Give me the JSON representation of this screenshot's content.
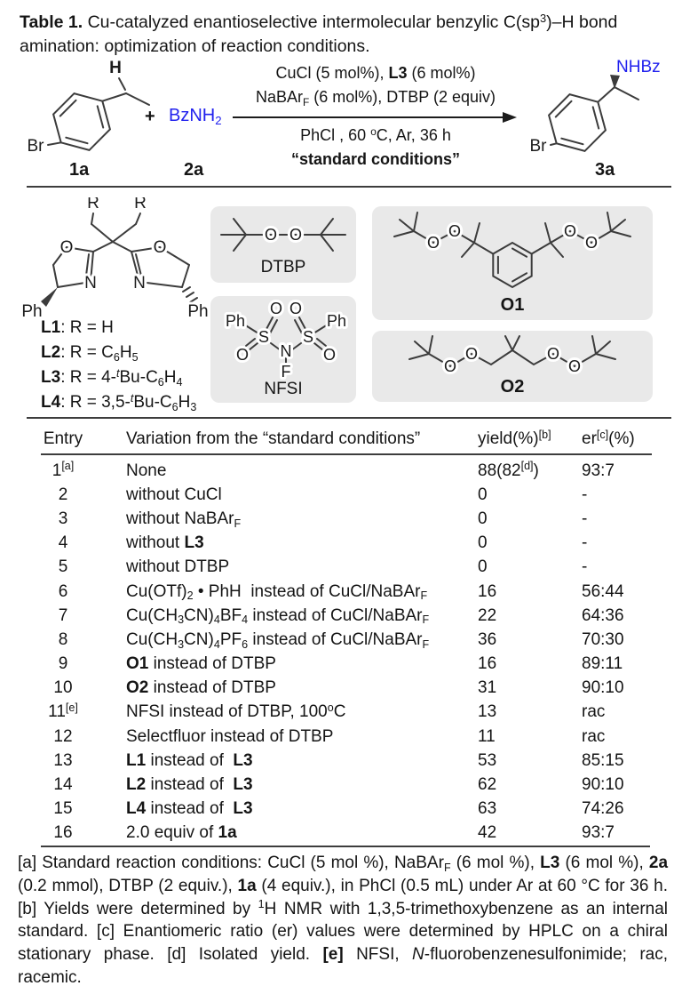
{
  "colors": {
    "accent_blue": "#2222ee",
    "box_gray": "#e9e9e9",
    "rule": "#3d3d3d",
    "text": "#151515",
    "struct": "#3c3c3c"
  },
  "title": {
    "html": "<b>Table 1.</b> Cu-catalyzed enantioselective intermolecular benzylic C(sp<sup>3</sup>)–H bond amination: optimization of reaction conditions."
  },
  "atoms": {
    "h": "H",
    "br": "Br",
    "nhbz": "NHBz",
    "o": "O",
    "n": "N",
    "s": "S",
    "f": "F",
    "ph": "Ph",
    "r": "R"
  },
  "scheme": {
    "plus": "+",
    "amine_html": "BzNH<sub>2</sub>",
    "labels": {
      "reactant": "1a",
      "amine": "2a",
      "product": "3a"
    },
    "conditions": {
      "above1_html": "CuCl (5 mol%), <b>L3</b> (6 mol%)",
      "above2_html": "NaBAr<sub>F</sub> (6 mol%), DTBP (2 equiv)",
      "below1_html": "PhCl , 60 <sup>o</sup>C, Ar, 36 h",
      "below2_html": "“standard conditions”"
    }
  },
  "ligands": {
    "items": [
      {
        "html": "<b>L1</b>: R = H"
      },
      {
        "html": "<b>L2</b>: R = C<sub>6</sub>H<sub>5</sub>"
      },
      {
        "html": "<b>L3</b>: R = 4-<sup><i>t</i></sup>Bu-C<sub>6</sub>H<sub>4</sub>"
      },
      {
        "html": "<b>L4</b>: R = 3,5-<sup><i>t</i></sup>Bu-C<sub>6</sub>H<sub>3</sub>"
      }
    ]
  },
  "oxidants": {
    "dtbp": "DTBP",
    "nfsi": "NFSI",
    "o1": "O1",
    "o2": "O2"
  },
  "table": {
    "headers": [
      {
        "html": "Entry"
      },
      {
        "html": "Variation from the “standard conditions”"
      },
      {
        "html": "yield(%)<sup>[b]</sup>"
      },
      {
        "html": "er<sup>[c]</sup>(%)"
      }
    ],
    "rows": [
      {
        "entry": "1<sup>[a]</sup>",
        "variation": "None",
        "yield": "88(82<sup>[d]</sup>)",
        "er": "93:7"
      },
      {
        "entry": "2",
        "variation": "without CuCl",
        "yield": "0",
        "er": "-"
      },
      {
        "entry": "3",
        "variation": "without NaBAr<sub>F</sub>",
        "yield": "0",
        "er": "-"
      },
      {
        "entry": "4",
        "variation": "without <b>L3</b>",
        "yield": "0",
        "er": "-"
      },
      {
        "entry": "5",
        "variation": "without DTBP",
        "yield": "0",
        "er": "-"
      },
      {
        "entry": "6",
        "variation": "Cu(OTf)<sub>2</sub> • PhH&nbsp; instead of CuCl/NaBAr<sub>F</sub>",
        "yield": "16",
        "er": "56:44"
      },
      {
        "entry": "7",
        "variation": "Cu(CH<sub>3</sub>CN)<sub>4</sub>BF<sub>4</sub> instead of CuCl/NaBAr<sub>F</sub>",
        "yield": "22",
        "er": "64:36"
      },
      {
        "entry": "8",
        "variation": "Cu(CH<sub>3</sub>CN)<sub>4</sub>PF<sub>6</sub> instead of CuCl/NaBAr<sub>F</sub>",
        "yield": "36",
        "er": "70:30"
      },
      {
        "entry": "9",
        "variation": "<b>O1</b> instead of DTBP",
        "yield": "16",
        "er": "89:11"
      },
      {
        "entry": "10",
        "variation": "<b>O2</b> instead of DTBP",
        "yield": "31",
        "er": "90:10"
      },
      {
        "entry": "11<sup>[e]</sup>",
        "variation": "NFSI instead of DTBP, 100<sup>o</sup>C",
        "yield": "13",
        "er": "rac"
      },
      {
        "entry": "12",
        "variation": "Selectfluor instead of DTBP",
        "yield": "11",
        "er": "rac"
      },
      {
        "entry": "13",
        "variation": "<b>L1</b> instead of&nbsp; <b>L3</b>",
        "yield": "53",
        "er": "85:15"
      },
      {
        "entry": "14",
        "variation": "<b>L2</b> instead of&nbsp; <b>L3</b>",
        "yield": "62",
        "er": "90:10"
      },
      {
        "entry": "15",
        "variation": "<b>L4</b> instead of&nbsp; <b>L3</b>",
        "yield": "63",
        "er": "74:26"
      },
      {
        "entry": "16",
        "variation": "2.0 equiv of <b>1a</b>",
        "yield": "42",
        "er": "93:7"
      }
    ]
  },
  "footnote": {
    "html": "[a] Standard reaction conditions: CuCl (5 mol %), NaBAr<sub>F</sub> (6 mol %), <b>L3</b> (6 mol %), <b>2a</b> (0.2 mmol), DTBP (2 equiv.), <b>1a</b> (4 equiv.), in PhCl (0.5 mL) under Ar at 60 °C for 36 h. [b] Yields were determined by <sup>1</sup>H NMR with 1,3,5-trimethoxybenzene as an internal standard. [c] Enantiomeric ratio (er) values were determined by HPLC on a chiral stationary phase. [d] Isolated yield. <b>[e]</b> NFSI, <i>N</i>-fluorobenzenesulfonimide; rac, racemic."
  }
}
